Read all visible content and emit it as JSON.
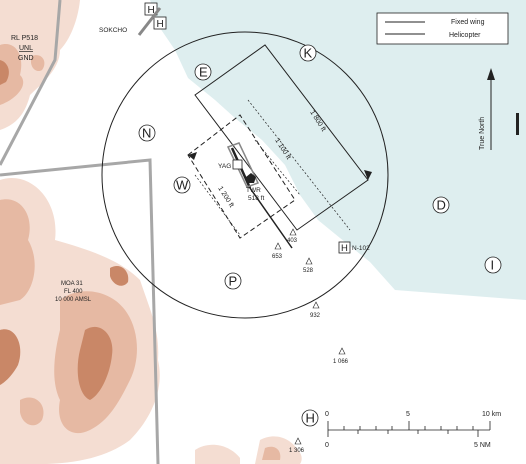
{
  "legend": {
    "fixed_wing": "Fixed wing",
    "helicopter": "Helicopter"
  },
  "north": {
    "label": "True North"
  },
  "airspace": {
    "restricted": {
      "name": "RL P518",
      "upper": "UNL",
      "lower": "GND"
    },
    "moa": {
      "name": "MOA 31",
      "upper": "FL 400",
      "lower": "10 000 AMSL"
    }
  },
  "places": {
    "sokcho": "SOKCHO",
    "yag": "YAG",
    "tower": "TWR",
    "tower_elev": "518 ft",
    "heliport_n102": "N-102"
  },
  "sectors": [
    "K",
    "E",
    "N",
    "W",
    "P",
    "D",
    "I",
    "H"
  ],
  "dimensions": {
    "long_box": "1 800 ft",
    "runway_mid": "1 100 ft",
    "dashed_box": "1 200 ft"
  },
  "spot_heights": [
    "403",
    "653",
    "528",
    "932",
    "1 066",
    "1 306"
  ],
  "scale": {
    "km_ticks": [
      "0",
      "5",
      "10 km"
    ],
    "nm_ticks": [
      "0",
      "5 NM"
    ]
  },
  "colors": {
    "sea": "#deeeef",
    "terrain_light": "#f4ddd2",
    "terrain_mid": "#e6b9a3",
    "terrain_dark": "#c98767",
    "boundary": "#a7a7a7"
  }
}
